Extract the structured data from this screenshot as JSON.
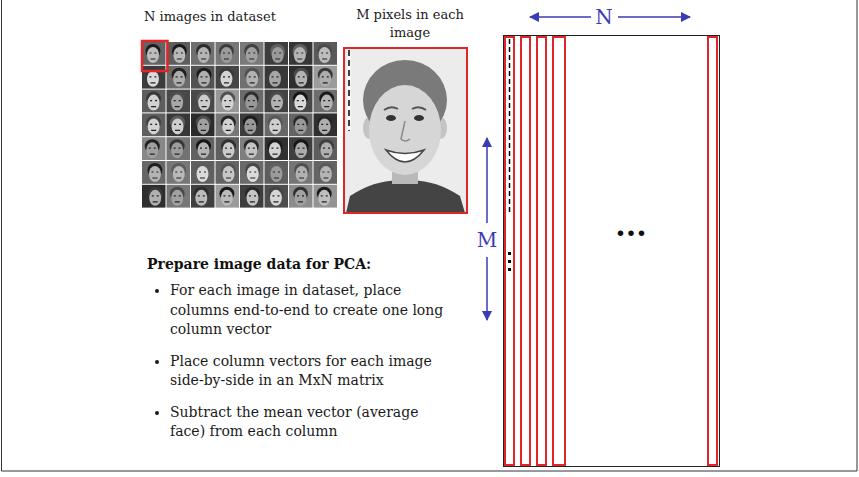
{
  "diagram": {
    "nodes": [
      {
        "text": [
          "..."
        ]
      }
    ],
    "labels": [
      "N images in dataset",
      "M pixels in each image",
      "Prepare image data for PCA:",
      "For each image in dataset, place columns end-to-end to create one long column vector",
      "Place column vectors for each image side-by-side in an MxN matrix",
      "Subtract the mean vector (average face) from each column",
      "N",
      "M"
    ]
  }
}
